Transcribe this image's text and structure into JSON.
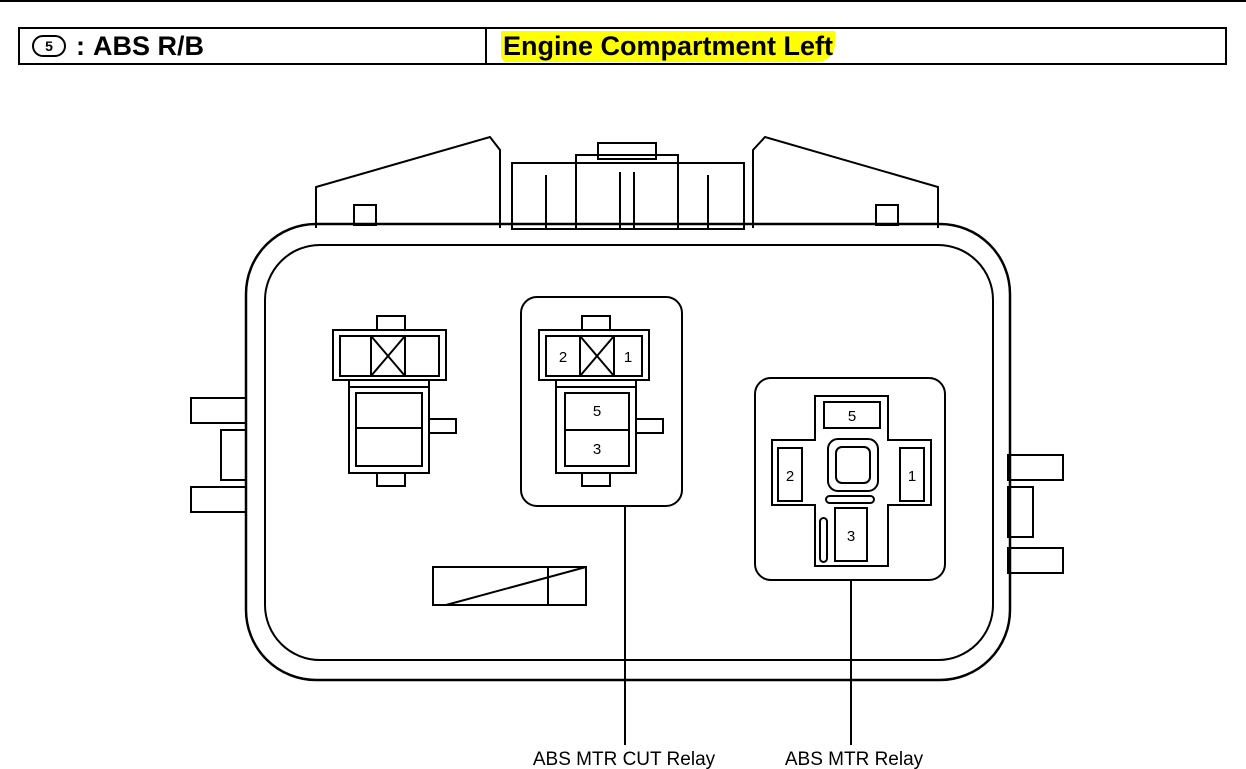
{
  "header": {
    "number": "5",
    "separator": ":",
    "name": "ABS R/B",
    "location": "Engine Compartment Left",
    "highlight_color": "#ffff00"
  },
  "relay_cut": {
    "label": "ABS MTR CUT Relay",
    "pins": [
      "2",
      "1",
      "5",
      "3"
    ]
  },
  "relay_mtr": {
    "label": "ABS MTR Relay",
    "pins": [
      "5",
      "2",
      "1",
      "3"
    ]
  }
}
